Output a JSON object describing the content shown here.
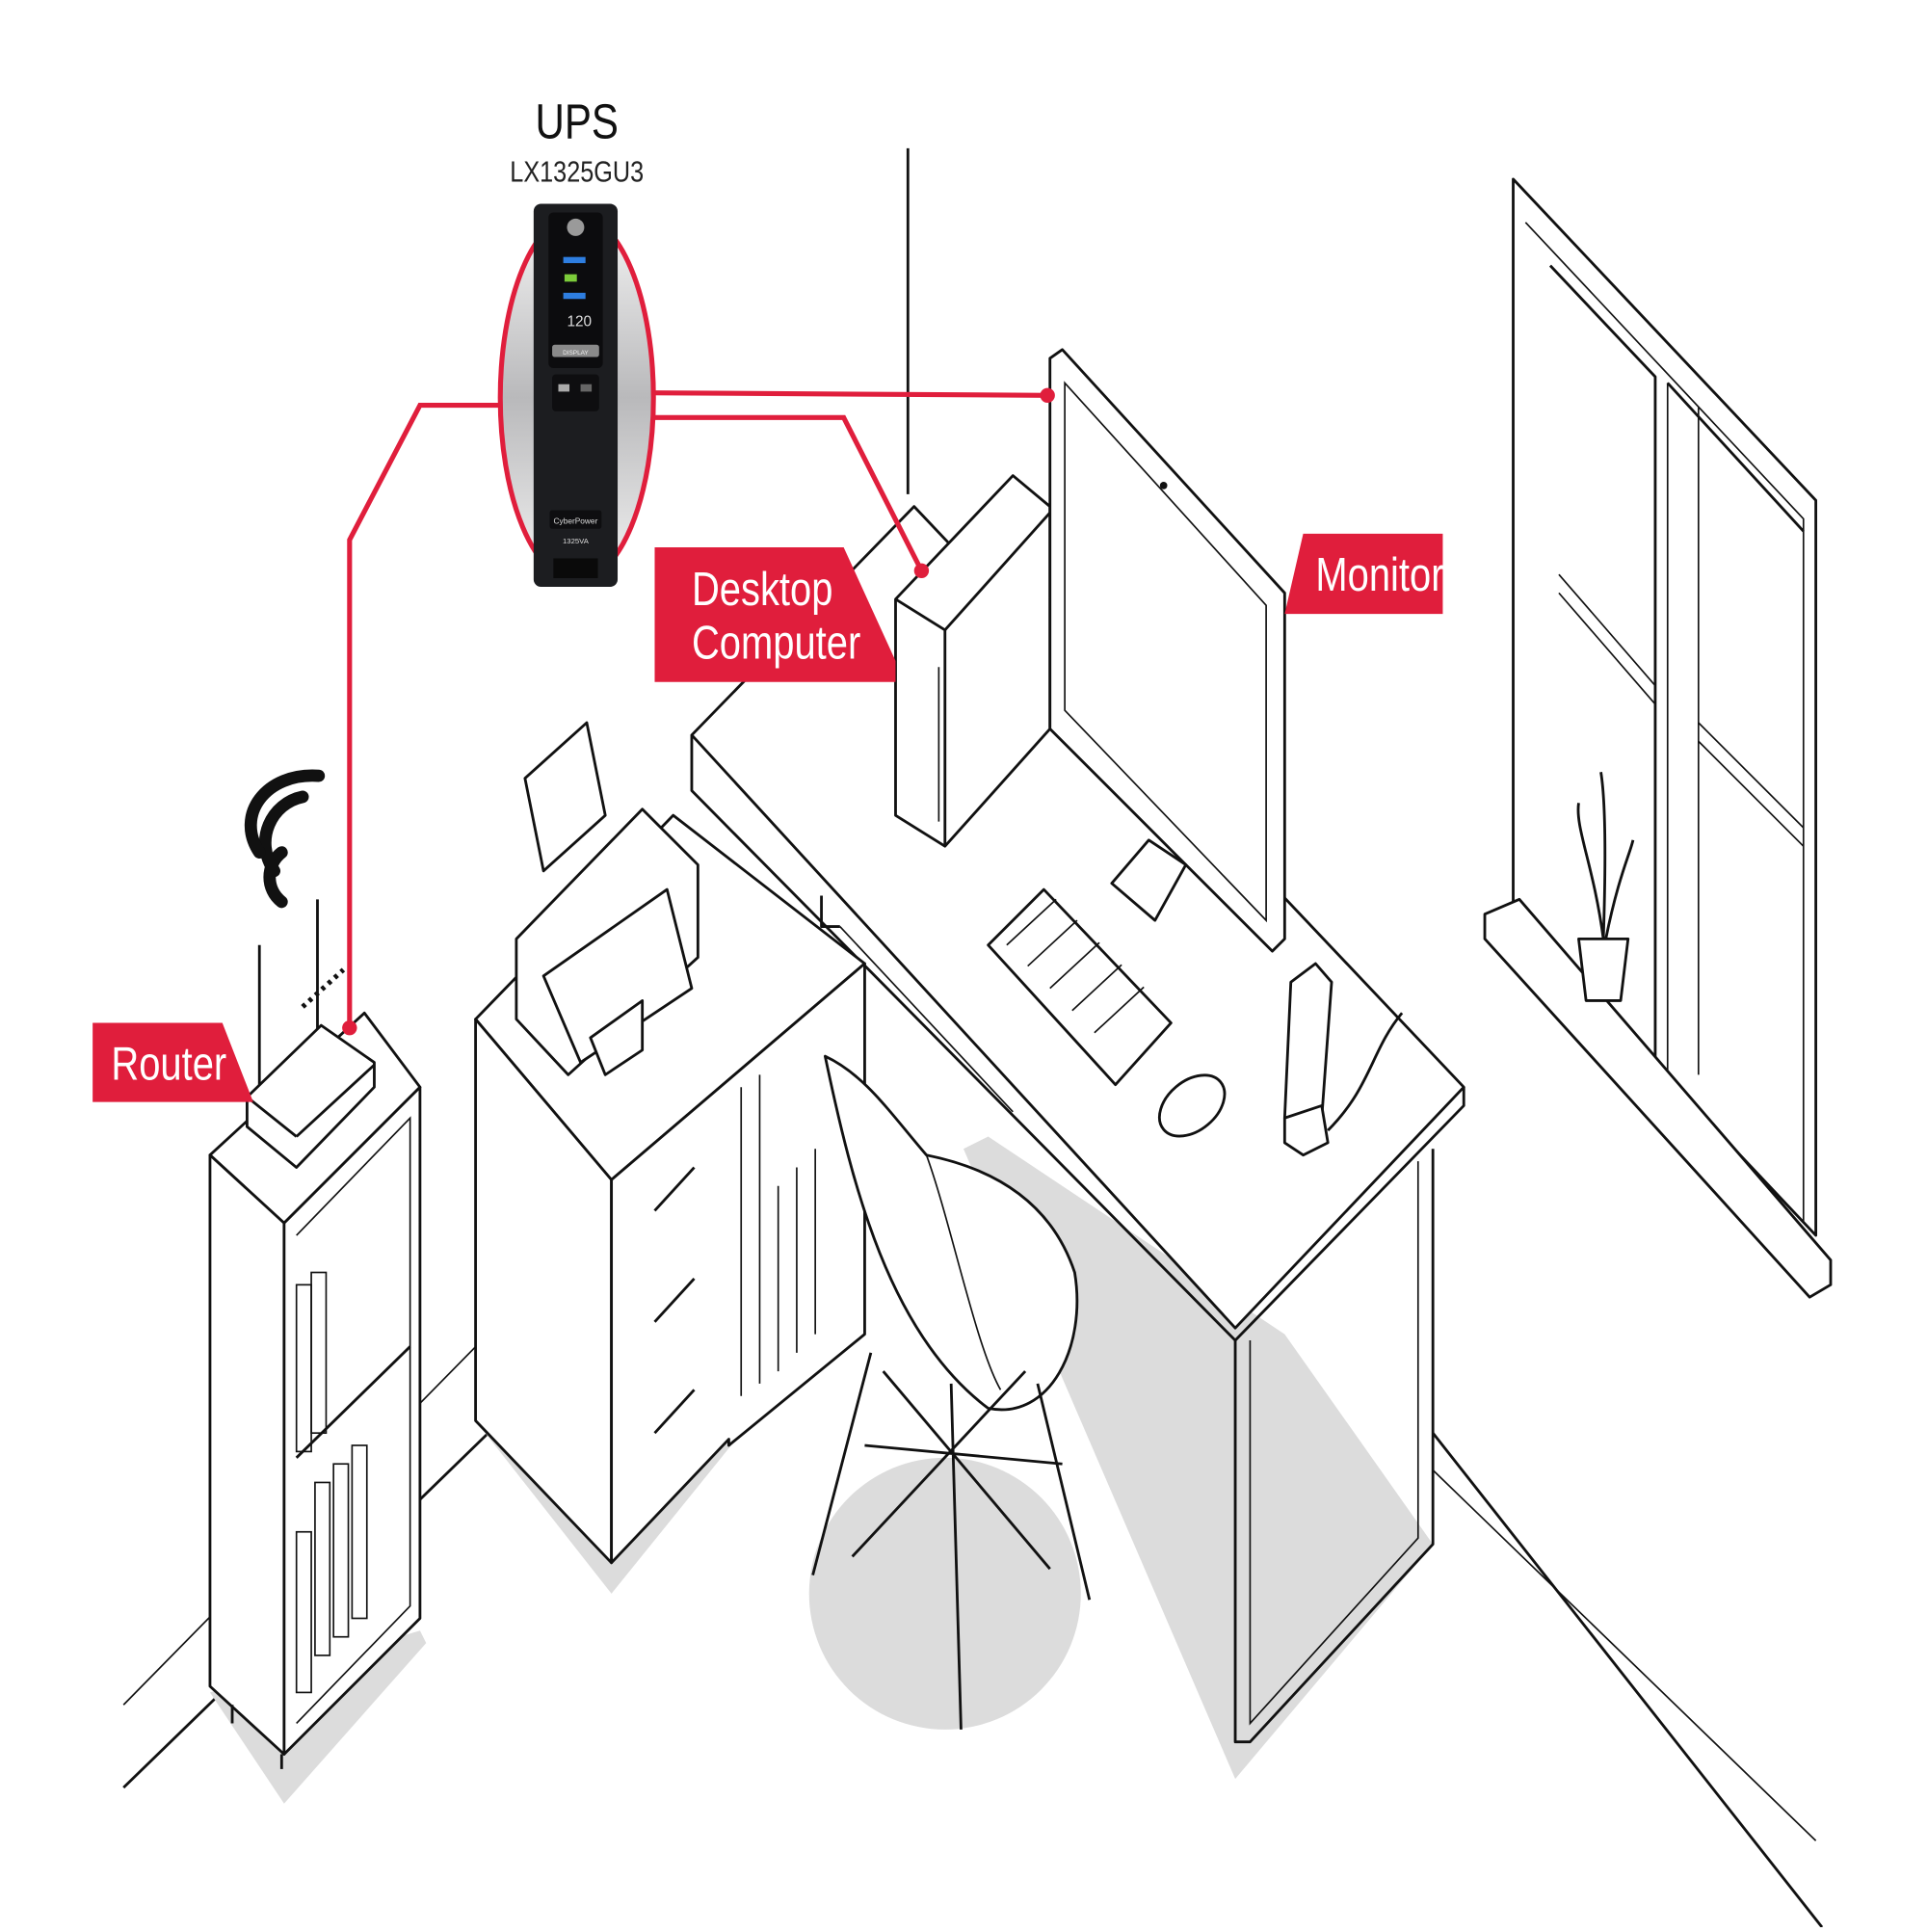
{
  "ups": {
    "title": "UPS",
    "model": "LX1325GU3",
    "display_reading": "120",
    "display_button": "DISPLAY",
    "brand": "CyberPower",
    "capacity": "1325VA"
  },
  "labels": {
    "router": "Router",
    "desktop_line1": "Desktop",
    "desktop_line2": "Computer",
    "monitor": "Monitor"
  },
  "colors": {
    "accent": "#e01e3c",
    "ups_body": "#1c1d20",
    "shadow": "#dcdcdc"
  }
}
